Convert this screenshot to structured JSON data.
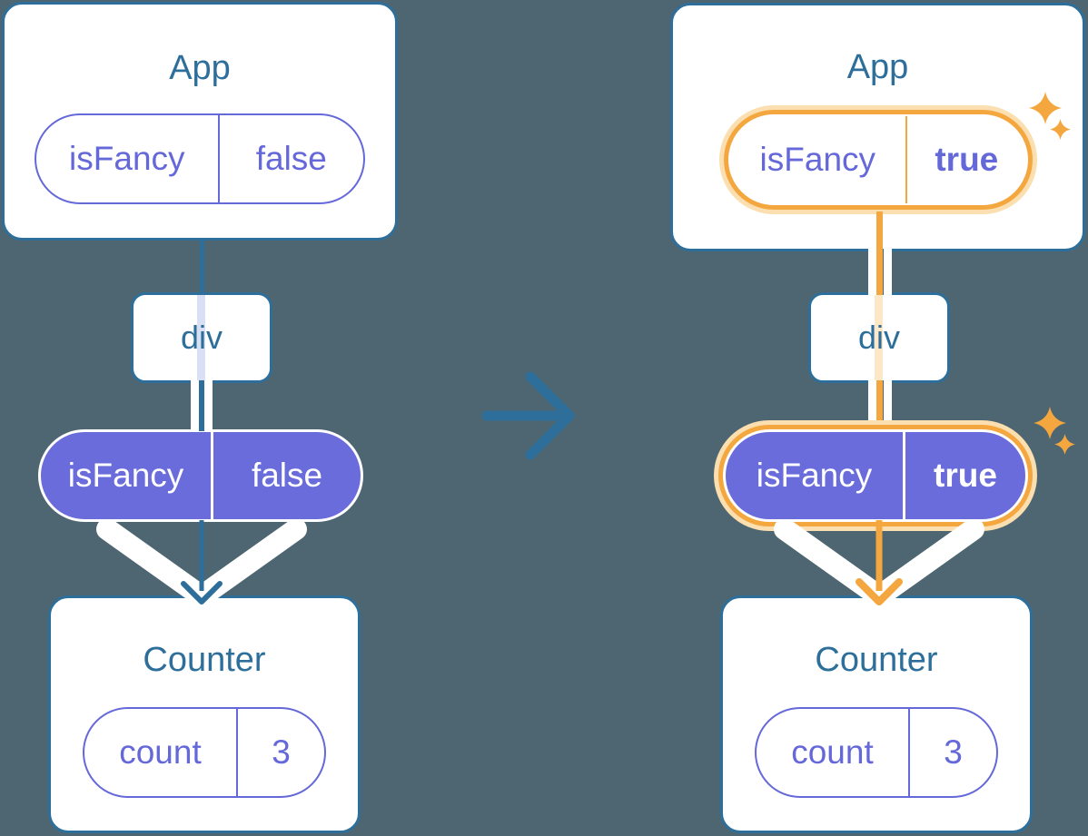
{
  "colors": {
    "background": "#4D6671",
    "card": "#FFFFFF",
    "blue": "#2D6F9A",
    "purple_fill": "#6A6CDB",
    "purple_text": "#6568D9",
    "lavender_stripe": "#D9E0F5",
    "orange": "#F5A73F",
    "peach_ring": "#FBDFB0",
    "peach_stripe": "#FCE7C6",
    "white": "#FFFFFF"
  },
  "icons": {
    "transition_arrow": "→",
    "down_arrow": "↓",
    "sparkle": "✦"
  },
  "left": {
    "app": {
      "title": "App",
      "prop_name": "isFancy",
      "prop_value": "false"
    },
    "div_label": "div",
    "context": {
      "name": "isFancy",
      "value": "false"
    },
    "counter": {
      "title": "Counter",
      "state_name": "count",
      "state_value": "3"
    }
  },
  "right": {
    "app": {
      "title": "App",
      "prop_name": "isFancy",
      "prop_value": "true"
    },
    "div_label": "div",
    "context": {
      "name": "isFancy",
      "value": "true"
    },
    "counter": {
      "title": "Counter",
      "state_name": "count",
      "state_value": "3"
    }
  }
}
